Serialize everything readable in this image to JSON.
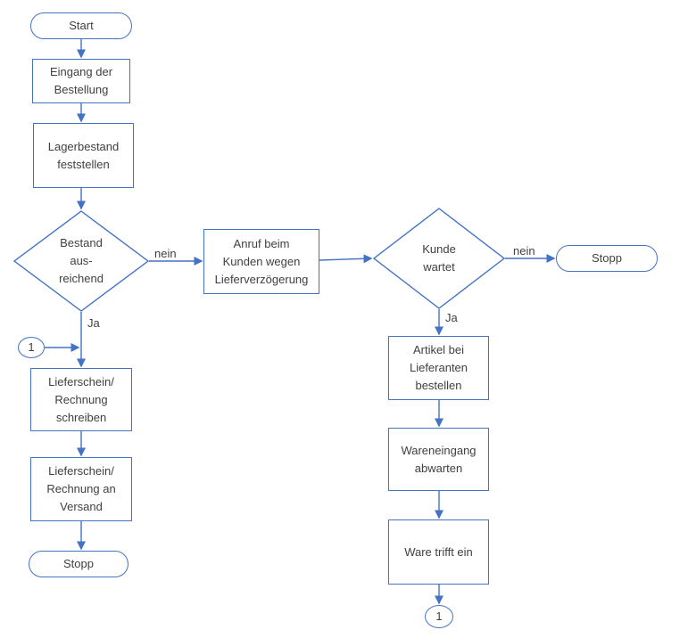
{
  "colors": {
    "line": "#4472C4",
    "text": "#404040",
    "background": "#ffffff"
  },
  "nodes": [
    {
      "id": "start",
      "type": "terminator",
      "label": [
        "Start"
      ]
    },
    {
      "id": "eingang-der-bestellung",
      "type": "process",
      "label": [
        "Eingang der",
        "Bestellung"
      ]
    },
    {
      "id": "lagerbestand-feststellen",
      "type": "process",
      "label": [
        "Lagerbestand",
        "feststellen"
      ]
    },
    {
      "id": "bestand-ausreichend",
      "type": "decision",
      "label": [
        "Bestand",
        "aus-",
        "reichend"
      ]
    },
    {
      "id": "anruf-beim-kunden",
      "type": "process",
      "label": [
        "Anruf beim",
        "Kunden wegen",
        "Lieferverzögerung"
      ]
    },
    {
      "id": "kunde-wartet",
      "type": "decision",
      "label": [
        "Kunde",
        "wartet"
      ]
    },
    {
      "id": "stopp-rechts",
      "type": "terminator",
      "label": [
        "Stopp"
      ]
    },
    {
      "id": "artikel-bei-lieferanten-bestellen",
      "type": "process",
      "label": [
        "Artikel bei",
        "Lieferanten",
        "bestellen"
      ]
    },
    {
      "id": "wareneingang-abwarten",
      "type": "process",
      "label": [
        "Wareneingang",
        "abwarten"
      ]
    },
    {
      "id": "ware-trifft-ein",
      "type": "process",
      "label": [
        "Ware trifft ein"
      ]
    },
    {
      "id": "verbinder-1-unten",
      "type": "connector",
      "label": [
        "1"
      ]
    },
    {
      "id": "verbinder-1-links",
      "type": "connector",
      "label": [
        "1"
      ]
    },
    {
      "id": "lieferschein-rechnung-schreiben",
      "type": "process",
      "label": [
        "Lieferschein/",
        "Rechnung",
        "schreiben"
      ]
    },
    {
      "id": "lieferschein-rechnung-an-versand",
      "type": "process",
      "label": [
        "Lieferschein/",
        "Rechnung an",
        "Versand"
      ]
    },
    {
      "id": "stopp-links",
      "type": "terminator",
      "label": [
        "Stopp"
      ]
    }
  ],
  "edge_labels": {
    "bestand_nein": "nein",
    "bestand_ja": "Ja",
    "kunde_nein": "nein",
    "kunde_ja": "Ja"
  }
}
